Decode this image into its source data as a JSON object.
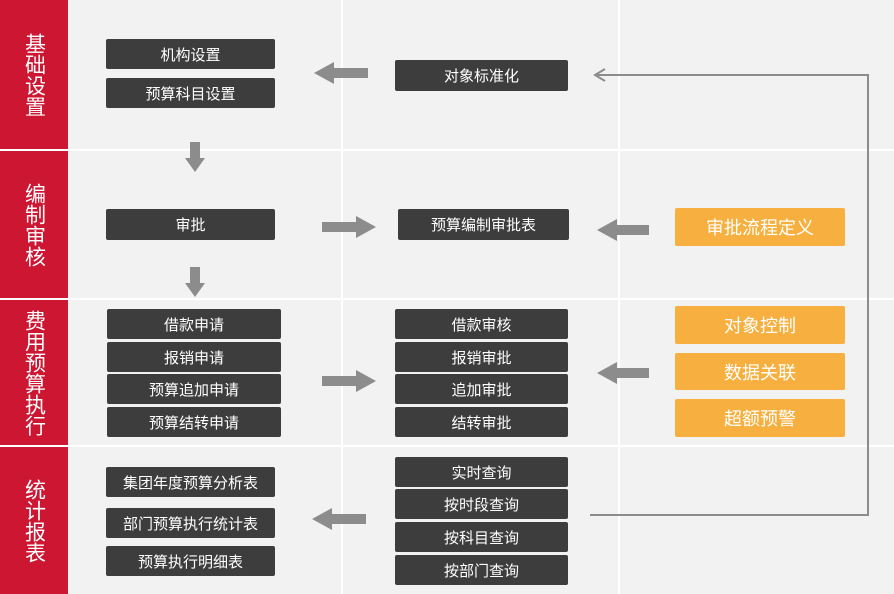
{
  "colors": {
    "row_label_bg": "#cc1632",
    "dark_box": "#3d3d3d",
    "orange_box": "#f7b03f",
    "arrow": "#8c8c8c",
    "connector": "#8c8c8c",
    "background": "#f2f2f2"
  },
  "rows": [
    {
      "label": "基础设置"
    },
    {
      "label": "编制审核"
    },
    {
      "label": "费用预算执行"
    },
    {
      "label": "统计报表"
    }
  ],
  "base": {
    "org_setting": "机构设置",
    "budget_subject_setting": "预算科目设置",
    "object_standardization": "对象标准化"
  },
  "compile": {
    "approve": "审批",
    "budget_approval_table": "预算编制审批表",
    "approval_flow_definition": "审批流程定义"
  },
  "execute": {
    "requests": [
      "借款申请",
      "报销申请",
      "预算追加申请",
      "预算结转申请"
    ],
    "reviews": [
      "借款审核",
      "报销审批",
      "追加审批",
      "结转审批"
    ],
    "controls": [
      "对象控制",
      "数据关联",
      "超额预警"
    ]
  },
  "reports": {
    "tables": [
      "集团年度预算分析表",
      "部门预算执行统计表",
      "预算执行明细表"
    ],
    "queries": [
      "实时查询",
      "按时段查询",
      "按科目查询",
      "按部门查询"
    ]
  }
}
